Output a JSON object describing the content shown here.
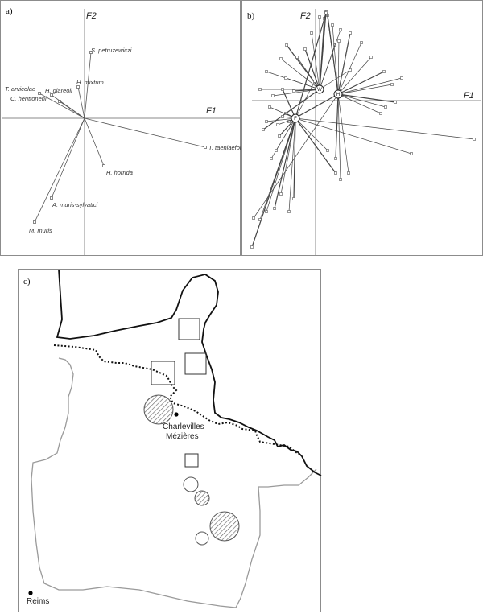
{
  "panel_a": {
    "label": "a)",
    "axis_x": "F1",
    "axis_y": "F2",
    "species": [
      {
        "name": "S. petruzewiczi"
      },
      {
        "name": "H. mixtum"
      },
      {
        "name": "T. arvicolae"
      },
      {
        "name": "H. glareoli"
      },
      {
        "name": "C. henttoneni"
      },
      {
        "name": "T. taeniaeformis"
      },
      {
        "name": "H. horrida"
      },
      {
        "name": "A. muris-sylvatici"
      },
      {
        "name": "M. muris"
      }
    ]
  },
  "panel_b": {
    "label": "b)",
    "axis_x": "F1",
    "axis_y": "F2",
    "group_labels": [
      "W",
      "H",
      "F"
    ]
  },
  "panel_c": {
    "label": "c)",
    "cities": [
      {
        "name_line1": "Charlevilles",
        "name_line2": "Mézières"
      },
      {
        "name_line1": "Reims",
        "name_line2": ""
      }
    ]
  }
}
